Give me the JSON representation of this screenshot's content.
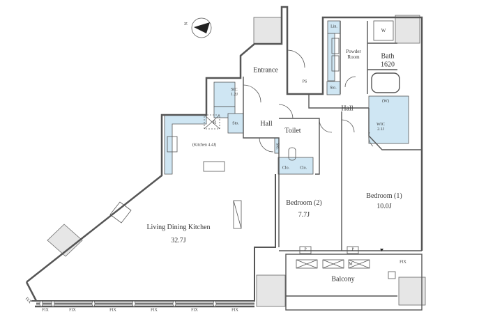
{
  "colors": {
    "wall": "#555555",
    "storage": "#cfe6f3",
    "gray_fill": "#e6e6e6"
  },
  "compass": {
    "label": "N"
  },
  "rooms": {
    "entrance": "Entrance",
    "ps": "PS",
    "linen": "Lin.",
    "powder_room_1": "Powder",
    "powder_room_2": "Room",
    "bath": "Bath",
    "bath_size": "1620",
    "washer": "W",
    "sic": "SIC",
    "sic_size": "1.2J",
    "storage_left": "Sto.",
    "storage_mid": "Sto.",
    "storage_toilet": "Sto.",
    "hall_left": "Hall",
    "hall_right": "Hall",
    "toilet": "Toilet",
    "wic": "WIC",
    "wic_size": "2.1J",
    "wic_w": "(W)",
    "refrigerator": "R",
    "kitchen": "(Kitchen 4.4J)",
    "closet_1": "Clo.",
    "closet_2": "Clo.",
    "bedroom2": "Bedroom (2)",
    "bedroom2_size": "7.7J",
    "bedroom1": "Bedroom (1)",
    "bedroom1_size": "10.0J",
    "ldk": "Living Dining Kitchen",
    "ldk_size": "32.7J",
    "balcony": "Balcony",
    "p1": "P",
    "p2": "P",
    "m": "M"
  },
  "fix_labels": [
    "FIX",
    "FIX",
    "FIX",
    "FIX",
    "FIX",
    "FIX",
    "FIX",
    "FIX"
  ]
}
